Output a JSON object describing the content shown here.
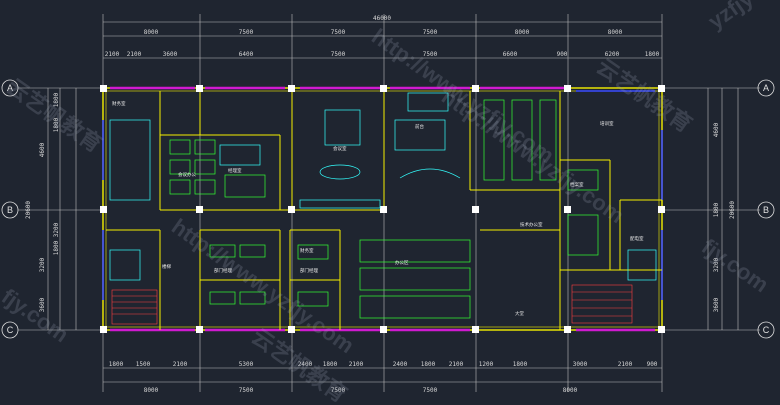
{
  "overall_dim": "46000",
  "top_dims_row1": [
    "8000",
    "7500",
    "7500",
    "7500",
    "8000"
  ],
  "top_dims_row2": [
    "2100",
    "2100",
    "3600",
    "6400",
    "7500",
    "6600",
    "900",
    "6200",
    "1800"
  ],
  "bottom_dims_row1": [
    "1800",
    "1500",
    "2100",
    "5300",
    "2400",
    "1800",
    "2100",
    "2400",
    "1800",
    "2100",
    "1200",
    "1800",
    "3000",
    "2100",
    "900"
  ],
  "bottom_dims_row2": [
    "8000",
    "7500",
    "7500",
    "7500",
    "8000"
  ],
  "left_dims": [
    "1800",
    "1800",
    "4600",
    "3200",
    "1800",
    "3200",
    "3600"
  ],
  "right_dims": [
    "4600",
    "1800",
    "3200",
    "3600"
  ],
  "left_total": "20600",
  "right_total": "20600",
  "axis_labels": [
    "A",
    "B",
    "C"
  ],
  "room_labels": {
    "finance": "财务室",
    "accounting": "会议办公",
    "reception": "前台",
    "meeting": "会议室",
    "manager": "经理室",
    "training": "培训室",
    "tech": "技术办公室",
    "office1": "部门经理",
    "office2": "部门经理",
    "office3": "办公区",
    "office4": "财务室",
    "lobby": "大堂",
    "stair": "楼梯",
    "archive": "档案室",
    "electric": "配电室"
  },
  "watermarks": [
    "yzfjy",
    "http://www.yzfjy.com",
    "云艺帆教育",
    "http://www.yzfjy.com",
    "fjy.com",
    "云艺帆教育",
    "http://www.yzfjy.com",
    "云艺帆教育",
    "fjy.com"
  ],
  "colors": {
    "background": "#1f2530",
    "wall": "#f5f000",
    "furniture_green": "#33ff33",
    "furniture_cyan": "#33ffff",
    "pink": "#d01ad0",
    "column": "#ffffff",
    "window": "#3a4cff",
    "dimension": "#d8d8d8"
  }
}
